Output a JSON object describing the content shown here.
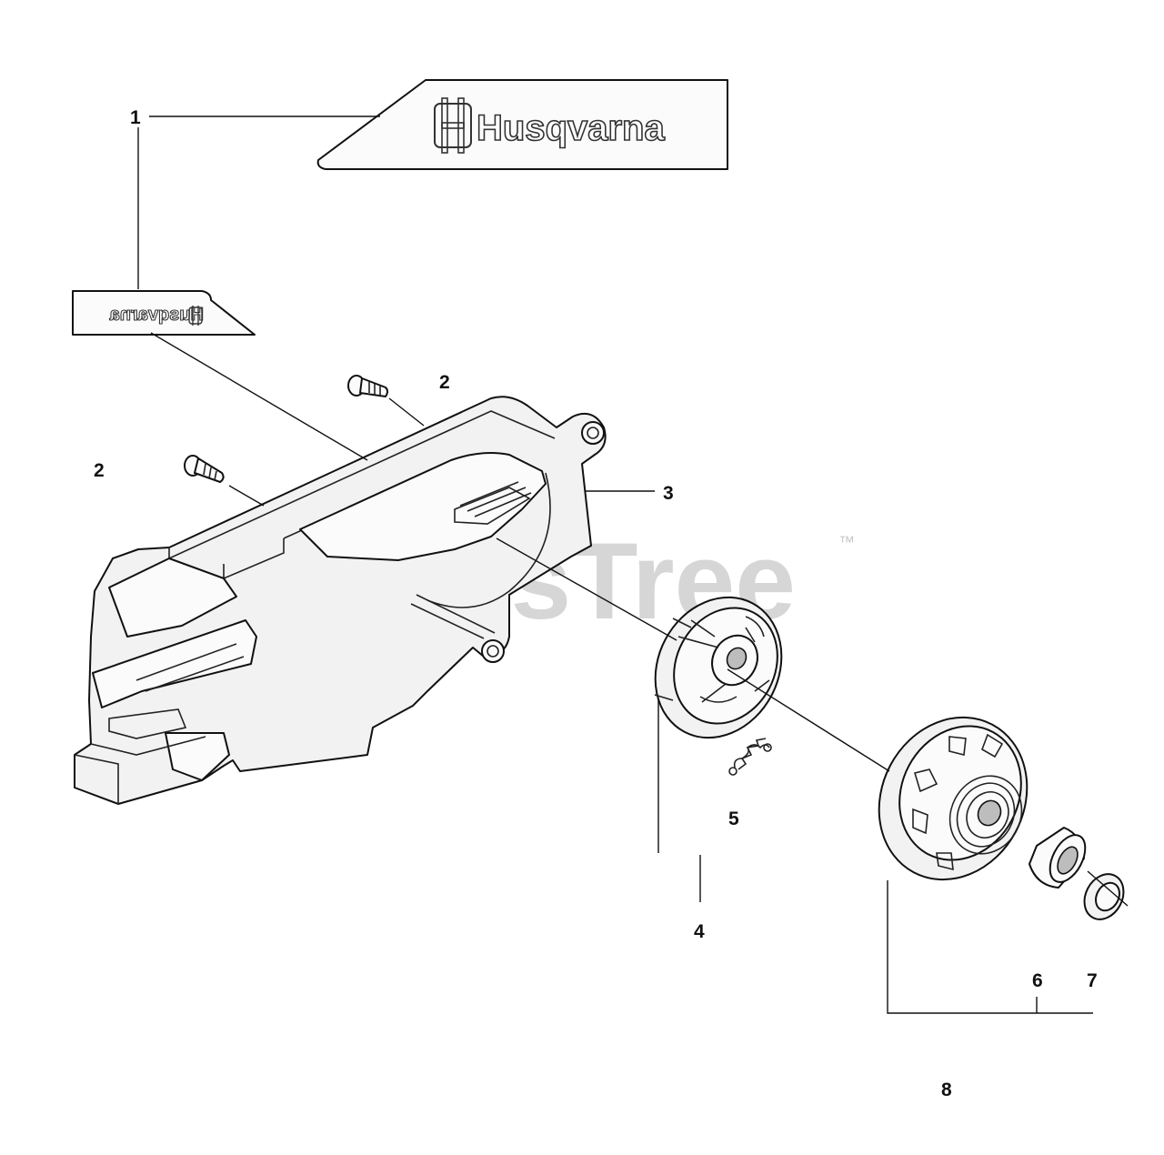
{
  "diagram": {
    "decal_large_text": "Husqvarna",
    "decal_small_text": "Husqvarna",
    "watermark": "PartsTree",
    "watermark_mark": "™",
    "callouts": {
      "c1": "1",
      "c2_top": "2",
      "c2_left": "2",
      "c3": "3",
      "c4": "4",
      "c5": "5",
      "c6": "6",
      "c7": "7",
      "c8": "8"
    }
  }
}
